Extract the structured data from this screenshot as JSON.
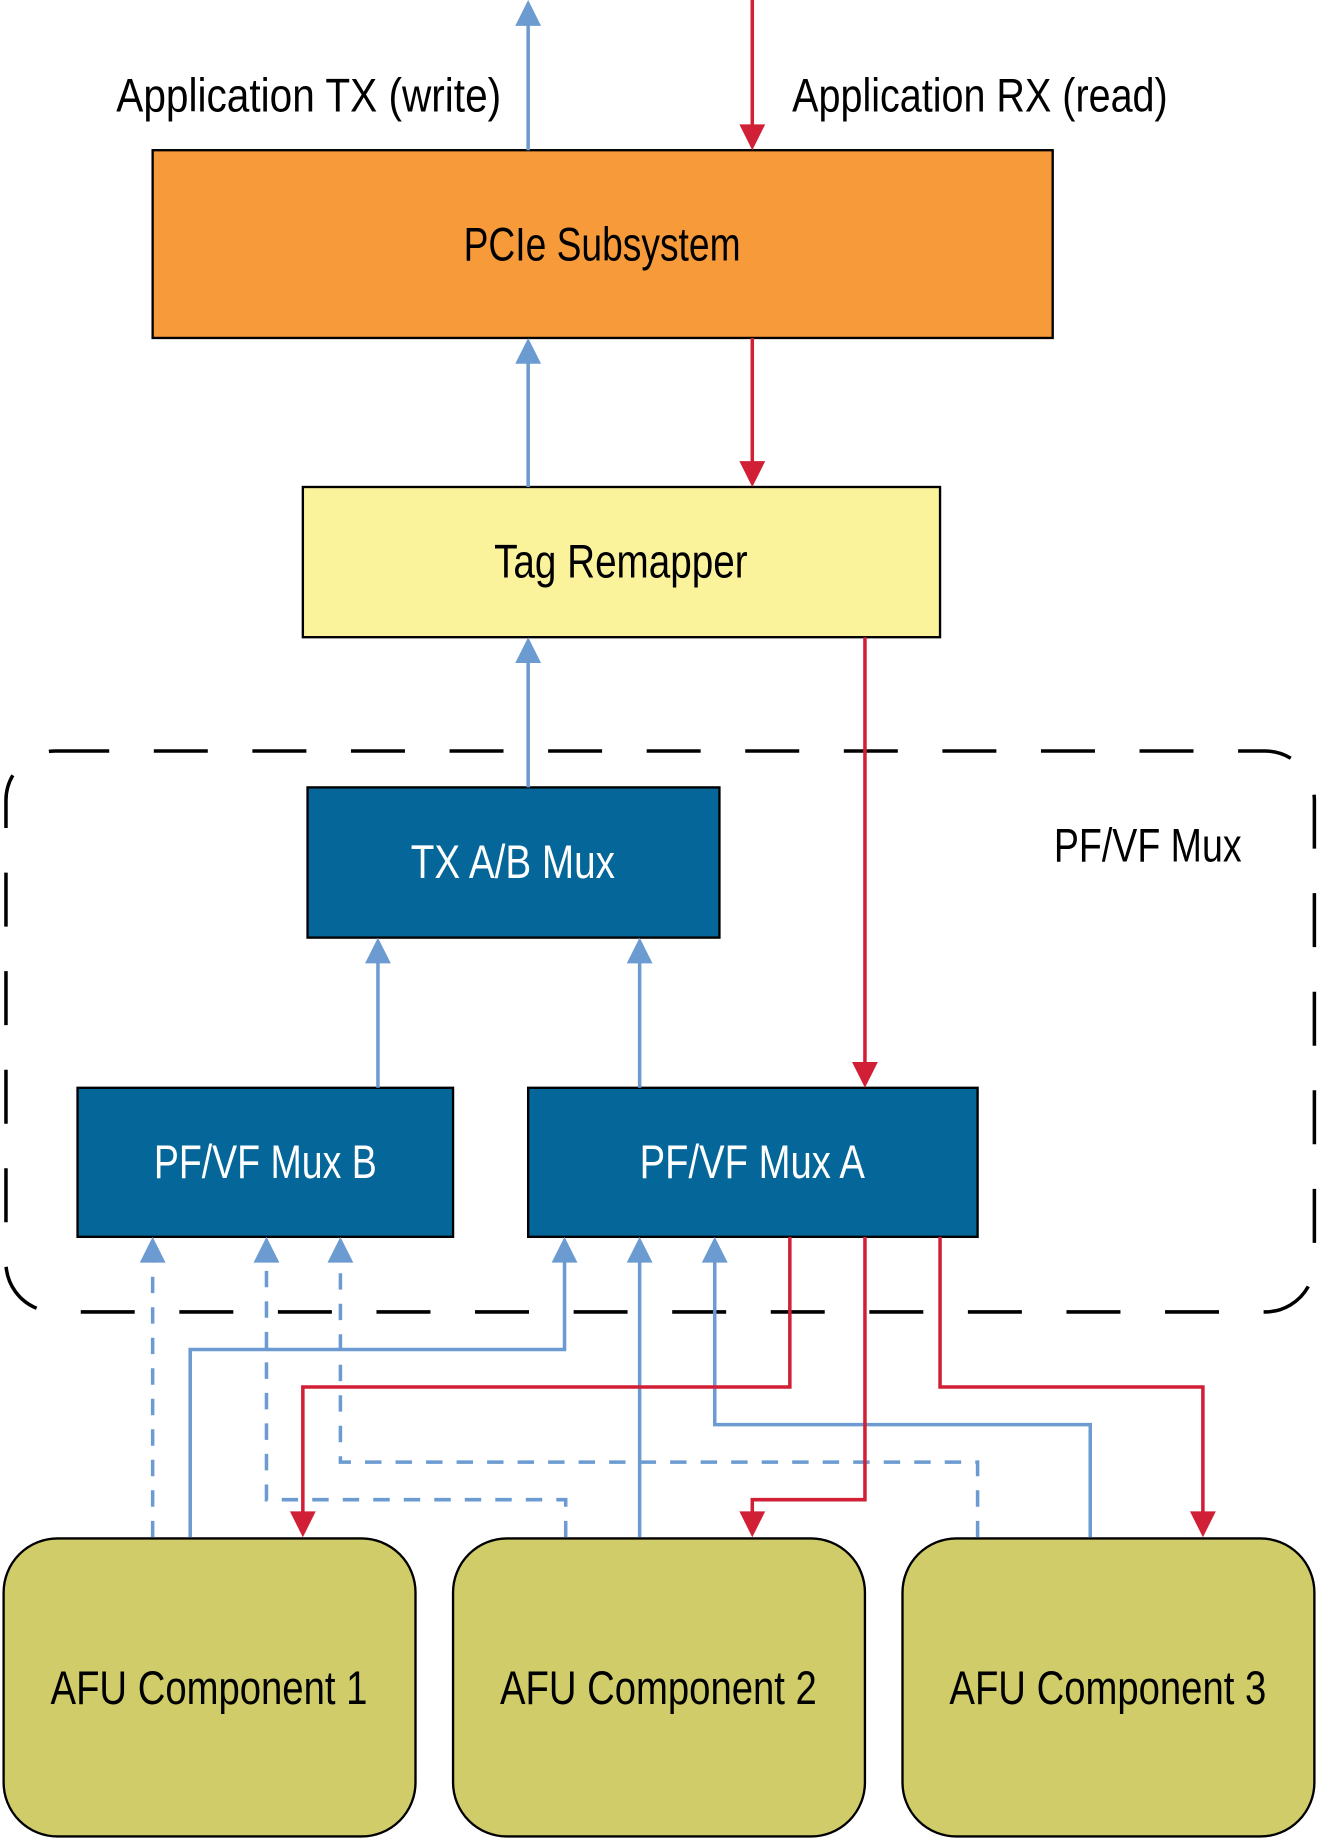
{
  "labels": {
    "app_tx": "Application TX (write)",
    "app_rx": "Application RX (read)",
    "pcie": "PCIe Subsystem",
    "tag_remapper": "Tag Remapper",
    "pfvf_group": "PF/VF Mux",
    "tx_ab_mux": "TX A/B Mux",
    "mux_b": "PF/VF Mux B",
    "mux_a": "PF/VF Mux A",
    "afu1": "AFU Component 1",
    "afu2": "AFU Component 2",
    "afu3": "AFU Component 3"
  },
  "colors": {
    "pcie": "#f79a3a",
    "tag_remapper": "#faf39c",
    "mux": "#046699",
    "afu": "#cfcc69",
    "tx_line": "#6b9bd0",
    "rx_line": "#d11f36"
  }
}
